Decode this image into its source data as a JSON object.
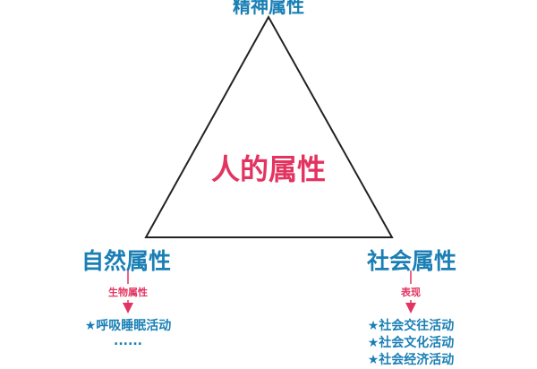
{
  "top": "精神属性",
  "center": "人的属性",
  "left": {
    "title": "自然属性",
    "relation": "生物属性",
    "items": [
      "★呼吸睡眠活动",
      "......"
    ]
  },
  "right": {
    "title": "社会属性",
    "relation": "表现",
    "items": [
      "★社会交往活动",
      "★社会文化活动",
      "★社会经济活动"
    ]
  },
  "colors": {
    "blue": "#1a7fb5",
    "red": "#e33461",
    "line": "#222222"
  }
}
